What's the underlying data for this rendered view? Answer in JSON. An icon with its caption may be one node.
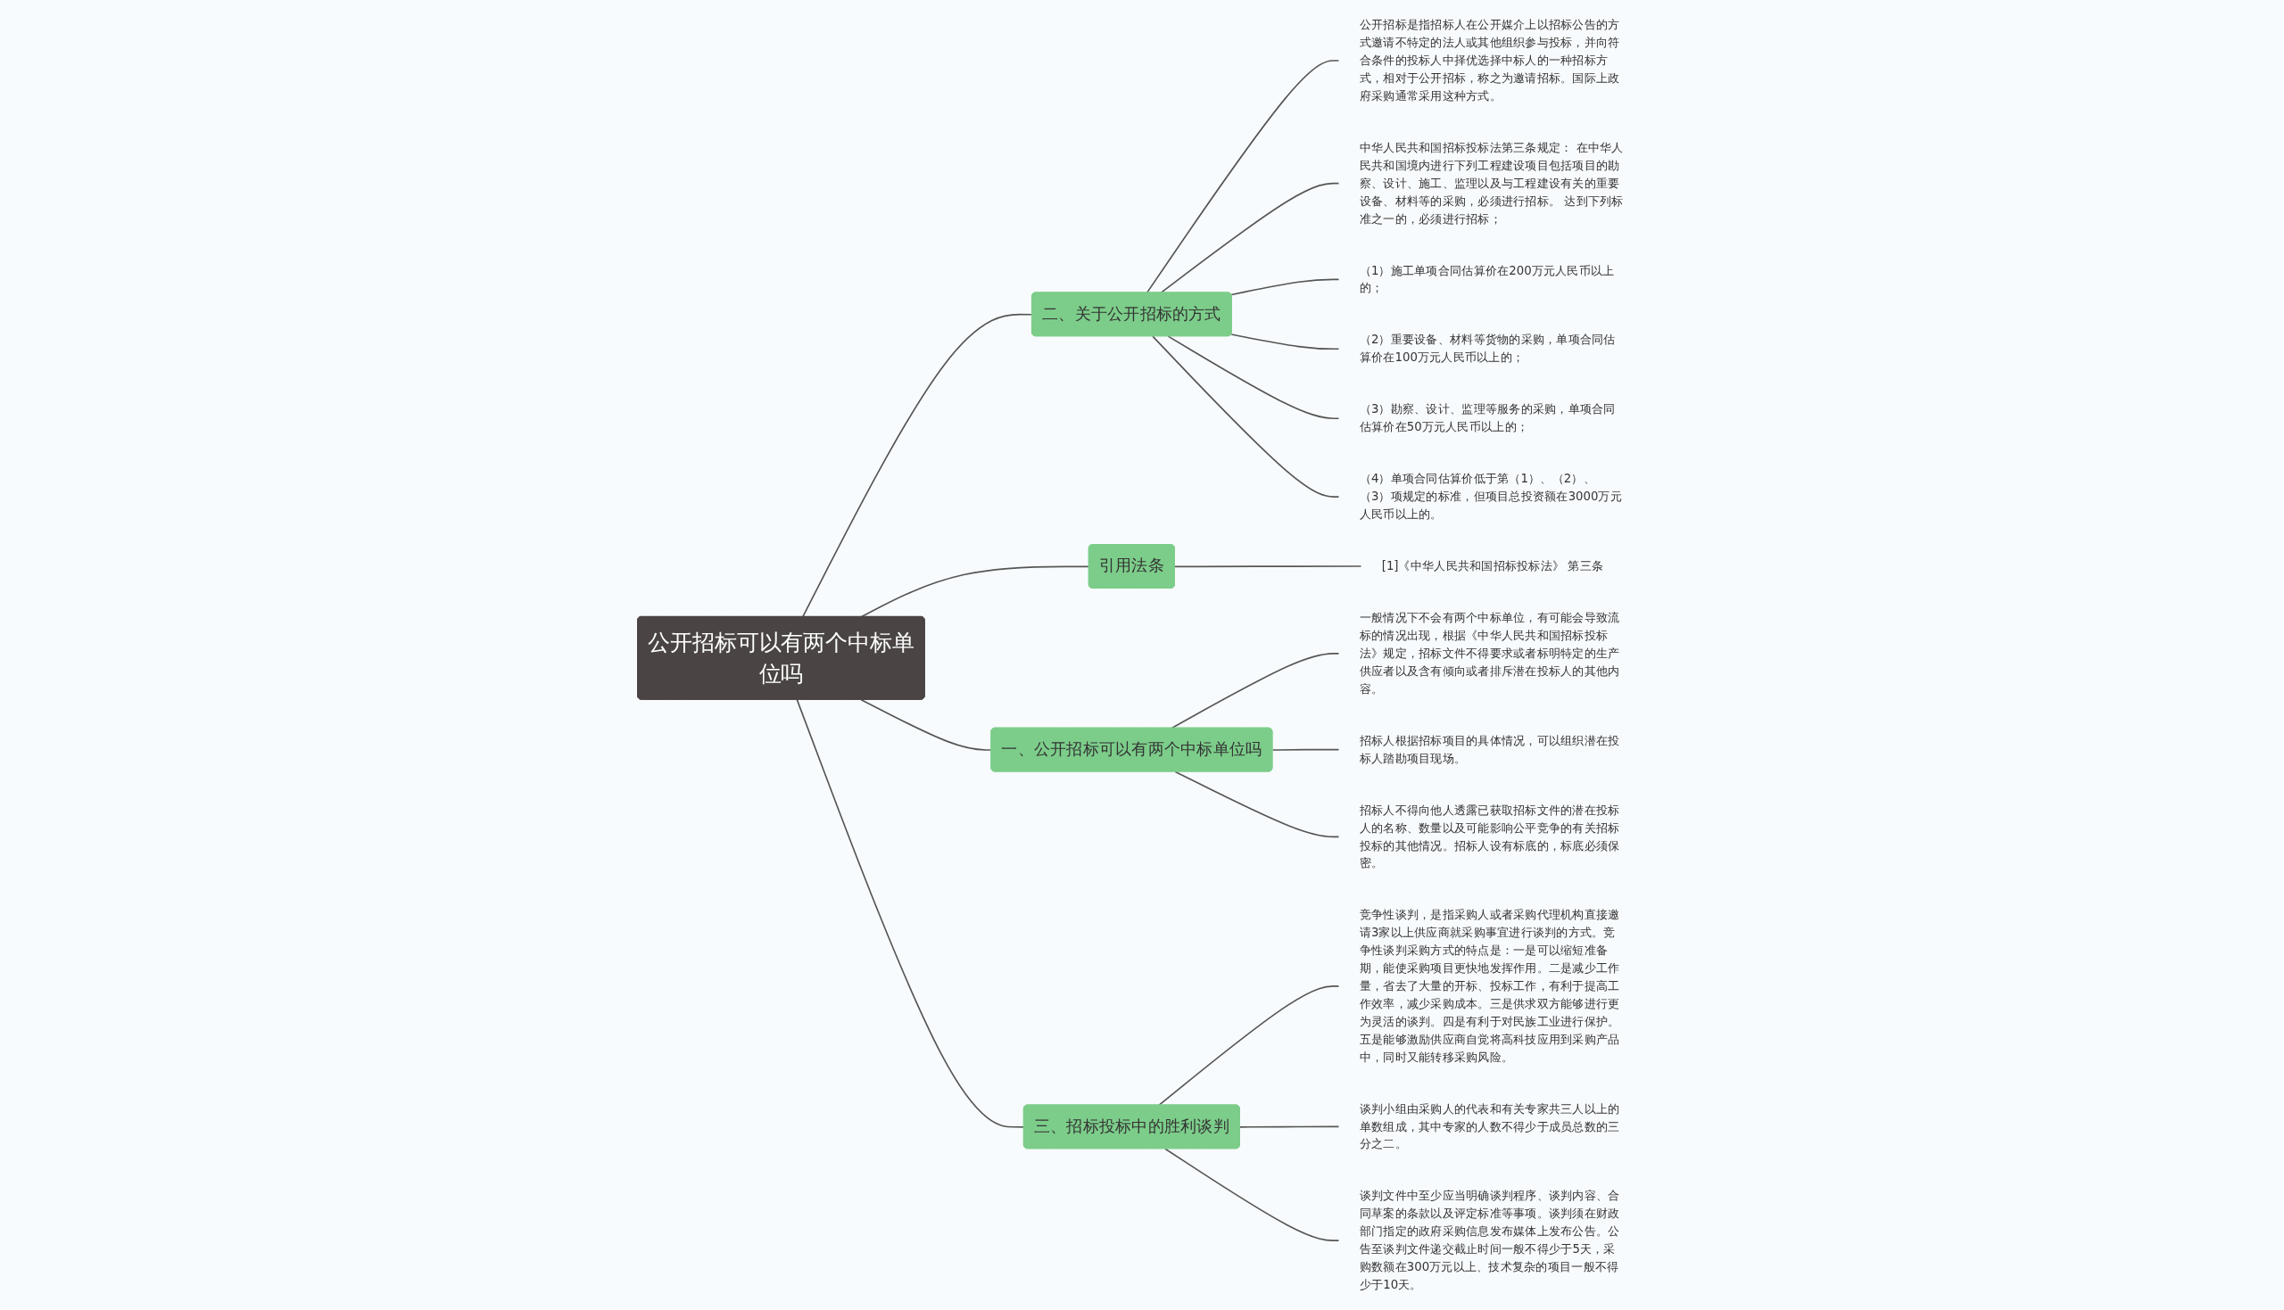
{
  "diagram": {
    "nodes": [
      {
        "text": [
          "公开招标可以有两个中标单位吗"
        ]
      },
      {
        "text": [
          "二、关于公开招标的方式"
        ]
      },
      {
        "text": [
          "公开招标是指招标人在公开媒介上以招标公告的方式邀请不特定的法人或其他组织参与投标，并向符合条件的投标人中择优选择中标人的一种招标方式，相对于公开招标，称之为邀请招标。国际上政府采购通常采用这种方式。"
        ]
      },
      {
        "text": [
          "中华人民共和国招标投标法第三条规定： 在中华人民共和国境内进行下列工程建设项目包括项目的勘察、设计、施工、监理以及与工程建设有关的重要设备、材料等的采购，必须进行招标。 达到下列标准之一的，必须进行招标；"
        ]
      },
      {
        "text": [
          "（1）施工单项合同估算价在200万元人民币以上的；"
        ]
      },
      {
        "text": [
          "（2）重要设备、材料等货物的采购，单项合同估算价在100万元人民币以上的；"
        ]
      },
      {
        "text": [
          "（3）勘察、设计、监理等服务的采购，单项合同估算价在50万元人民币以上的；"
        ]
      },
      {
        "text": [
          "（4）单项合同估算价低于第（1）、（2）、（3）项规定的标准，但项目总投资额在3000万元人民币以上的。"
        ]
      },
      {
        "text": [
          "引用法条"
        ]
      },
      {
        "text": [
          "[1]《中华人民共和国招标投标法》 第三条"
        ]
      },
      {
        "text": [
          "一、公开招标可以有两个中标单位吗"
        ]
      },
      {
        "text": [
          "一般情况下不会有两个中标单位，有可能会导致流标的情况出现，根据《中华人民共和国招标投标法》规定，招标文件不得要求或者标明特定的生产供应者以及含有倾向或者排斥潜在投标人的其他内容。"
        ]
      },
      {
        "text": [
          "招标人根据招标项目的具体情况，可以组织潜在投标人踏勘项目现场。"
        ]
      },
      {
        "text": [
          "招标人不得向他人透露已获取招标文件的潜在投标人的名称、数量以及可能影响公平竞争的有关招标投标的其他情况。招标人设有标底的，标底必须保密。"
        ]
      },
      {
        "text": [
          "三、招标投标中的胜利谈判"
        ]
      },
      {
        "text": [
          "竞争性谈判，是指采购人或者采购代理机构直接邀请3家以上供应商就采购事宜进行谈判的方式。竞争性谈判采购方式的特点是：一是可以缩短准备期，能使采购项目更快地发挥作用。二是减少工作量，省去了大量的开标、投标工作，有利于提高工作效率，减少采购成本。三是供求双方能够进行更为灵活的谈判。四是有利于对民族工业进行保护。五是能够激励供应商自觉将高科技应用到采购产品中，同时又能转移采购风险。"
        ]
      },
      {
        "text": [
          "谈判小组由采购人的代表和有关专家共三人以上的单数组成，其中专家的人数不得少于成员总数的三分之二。"
        ]
      },
      {
        "text": [
          "谈判文件中至少应当明确谈判程序、谈判内容、合同草案的条款以及评定标准等事项。谈判须在财政部门指定的政府采购信息发布媒体上发布公告。公告至谈判文件递交截止时间一般不得少于5天，采购数额在300万元以上、技术复杂的项目一般不得少于10天。"
        ]
      }
    ],
    "edges": [
      {
        "from": 0,
        "to": 1,
        "arrow": "none"
      },
      {
        "from": 1,
        "to": 2,
        "arrow": "none"
      },
      {
        "from": 1,
        "to": 3,
        "arrow": "none"
      },
      {
        "from": 1,
        "to": 4,
        "arrow": "none"
      },
      {
        "from": 1,
        "to": 5,
        "arrow": "none"
      },
      {
        "from": 1,
        "to": 6,
        "arrow": "none"
      },
      {
        "from": 1,
        "to": 7,
        "arrow": "none"
      },
      {
        "from": 0,
        "to": 8,
        "arrow": "none"
      },
      {
        "from": 8,
        "to": 9,
        "arrow": "none"
      },
      {
        "from": 0,
        "to": 10,
        "arrow": "none"
      },
      {
        "from": 10,
        "to": 11,
        "arrow": "none"
      },
      {
        "from": 10,
        "to": 12,
        "arrow": "none"
      },
      {
        "from": 10,
        "to": 13,
        "arrow": "none"
      },
      {
        "from": 0,
        "to": 14,
        "arrow": "none"
      },
      {
        "from": 14,
        "to": 15,
        "arrow": "none"
      },
      {
        "from": 14,
        "to": 16,
        "arrow": "none"
      },
      {
        "from": 14,
        "to": 17,
        "arrow": "none"
      }
    ]
  }
}
